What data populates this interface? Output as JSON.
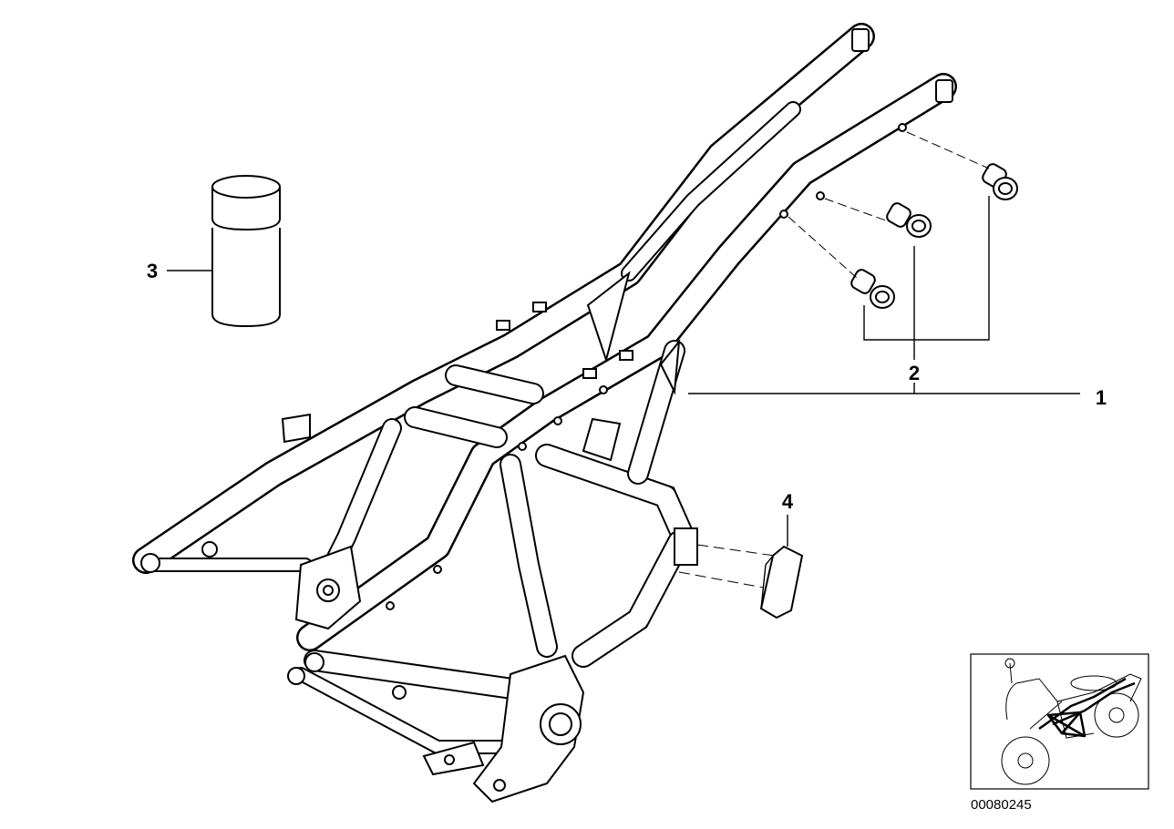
{
  "diagram": {
    "callouts": [
      {
        "id": "1",
        "label": "1"
      },
      {
        "id": "2",
        "label": "2"
      },
      {
        "id": "3",
        "label": "3"
      },
      {
        "id": "4",
        "label": "4"
      }
    ],
    "document_number": "00080245",
    "colors": {
      "line": "#000000",
      "background": "#ffffff"
    }
  }
}
